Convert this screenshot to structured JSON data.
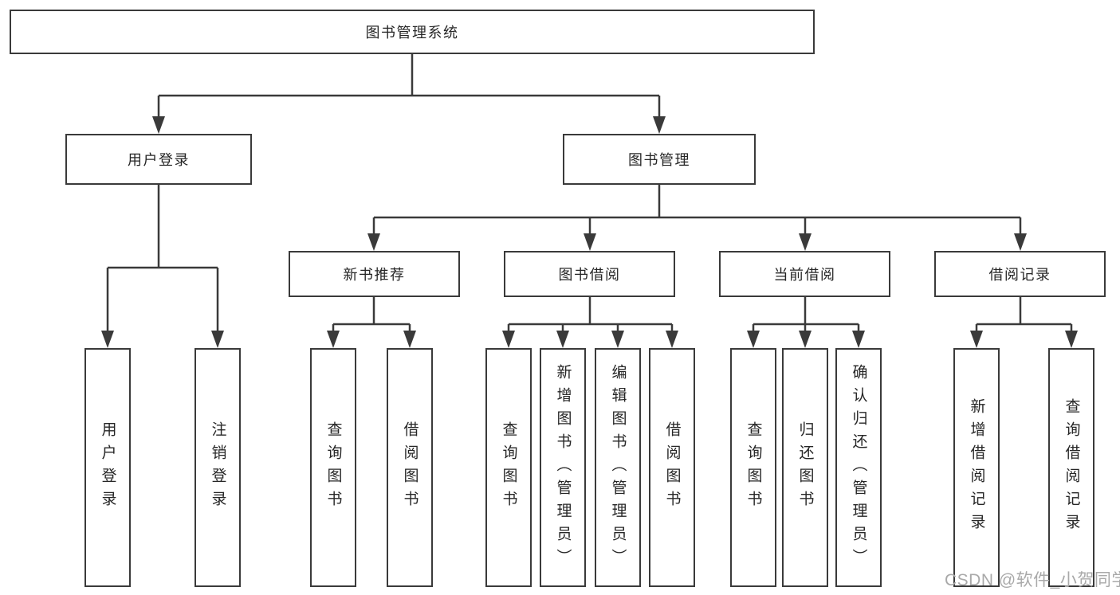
{
  "colors": {
    "background": "#ffffff",
    "line": "#3a3a3a",
    "box_border": "#3a3a3a",
    "text": "#262626",
    "watermark": "#a9a9a9"
  },
  "watermark": "CSDN @软件_小贺同学",
  "tree": {
    "label": "图书管理系统",
    "children": [
      {
        "label": "用户登录",
        "children": [
          {
            "label": "用户登录"
          },
          {
            "label": "注销登录"
          }
        ]
      },
      {
        "label": "图书管理",
        "children": [
          {
            "label": "新书推荐",
            "children": [
              {
                "label": "查询图书"
              },
              {
                "label": "借阅图书"
              }
            ]
          },
          {
            "label": "图书借阅",
            "children": [
              {
                "label": "查询图书"
              },
              {
                "label": "新增图书（管理员）"
              },
              {
                "label": "编辑图书（管理员）"
              },
              {
                "label": "借阅图书"
              }
            ]
          },
          {
            "label": "当前借阅",
            "children": [
              {
                "label": "查询图书"
              },
              {
                "label": "归还图书"
              },
              {
                "label": "确认归还（管理员）"
              }
            ]
          },
          {
            "label": "借阅记录",
            "children": [
              {
                "label": "新增借阅记录"
              },
              {
                "label": "查询借阅记录"
              }
            ]
          }
        ]
      }
    ]
  }
}
